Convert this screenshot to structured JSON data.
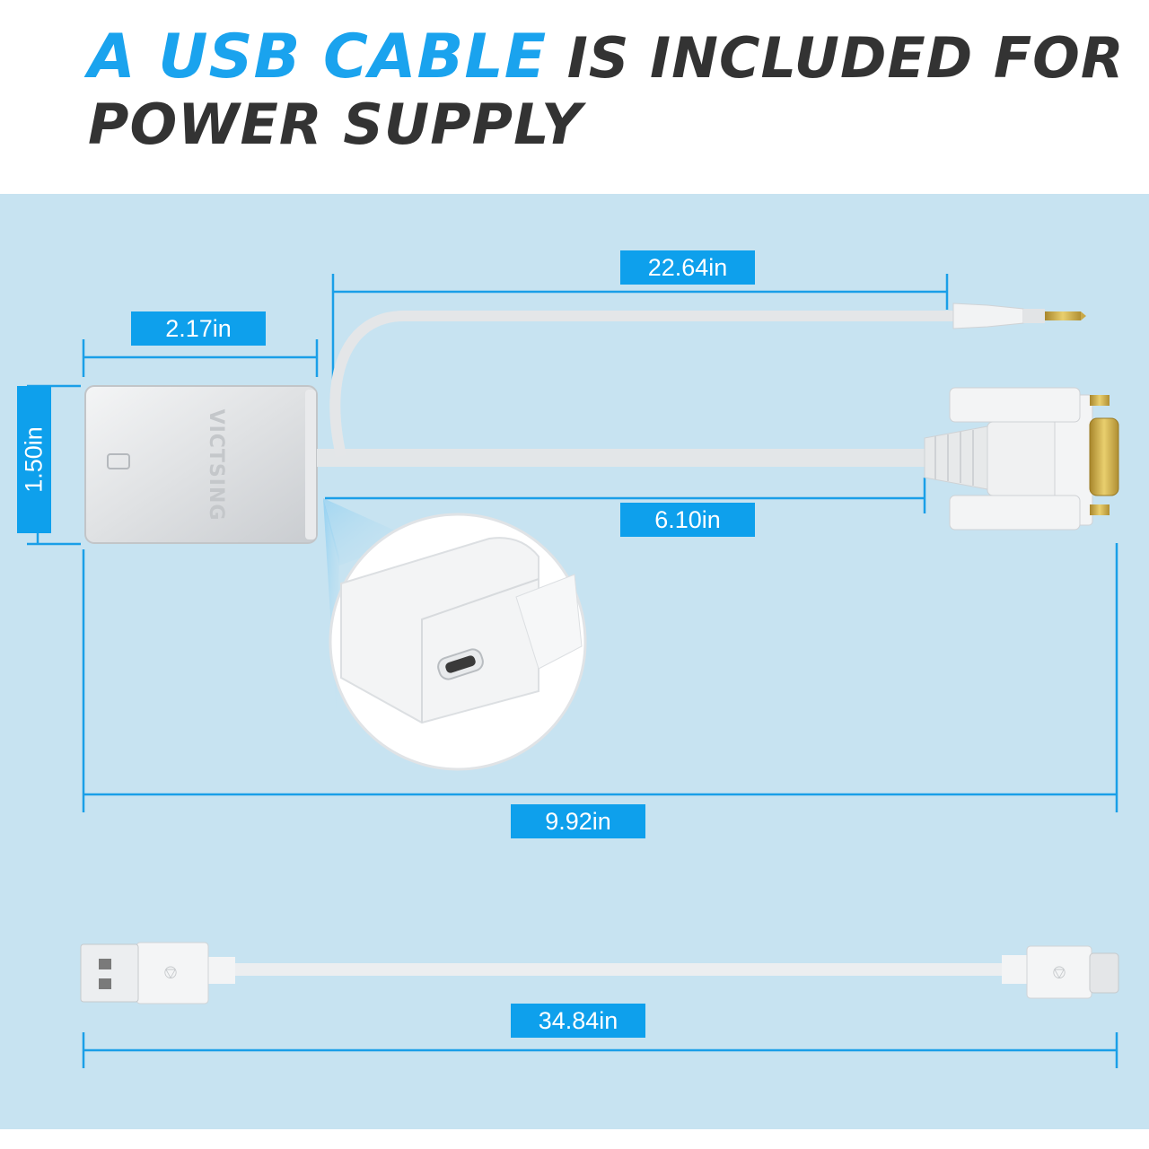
{
  "headline": {
    "accent": "A USB CABLE",
    "rest": "IS INCLUDED FOR",
    "line2": "POWER SUPPLY"
  },
  "brand_logo": "VICTSING",
  "dimensions": {
    "cable_length": "22.64in",
    "adapter_width": "2.17in",
    "adapter_height": "1.50in",
    "vga_cable_length": "6.10in",
    "total_length": "9.92in",
    "usb_cable_length": "34.84in"
  },
  "colors": {
    "accent": "#1aa3ee",
    "label_bg": "#0ea0ec",
    "panel_bg": "#c7e3f1",
    "dimension_line": "#1a9fe8"
  }
}
